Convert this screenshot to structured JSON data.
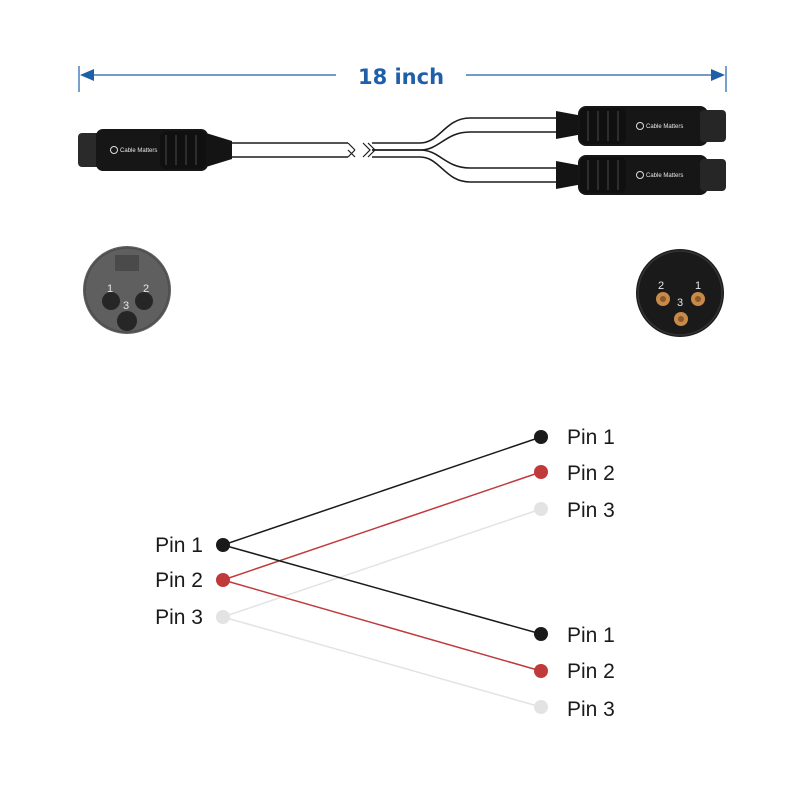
{
  "colors": {
    "dimension": "#1f5fa8",
    "wire_pin1": "#1a1a1a",
    "wire_pin2": "#c0393b",
    "wire_pin3": "#e3e3e3",
    "connector_body": "#161616",
    "cable": "#1c1c1c",
    "female_face": "#5f5f5f",
    "male_face": "#1a1a1a",
    "male_pin": "#c88a48"
  },
  "dimension": {
    "label": "18 inch"
  },
  "connectors": {
    "brand": "Cable Matters",
    "female_icon": "xlr-female-connector-icon",
    "male_icon": "xlr-male-connector-icon",
    "female_face": {
      "pins": [
        "1",
        "2",
        "3"
      ]
    },
    "male_face": {
      "pins": [
        "2",
        "1",
        "3"
      ]
    }
  },
  "wiring": {
    "source": {
      "pins": [
        "Pin 1",
        "Pin 2",
        "Pin 3"
      ]
    },
    "outputs": [
      {
        "pins": [
          "Pin 1",
          "Pin 2",
          "Pin 3"
        ]
      },
      {
        "pins": [
          "Pin 1",
          "Pin 2",
          "Pin 3"
        ]
      }
    ]
  }
}
